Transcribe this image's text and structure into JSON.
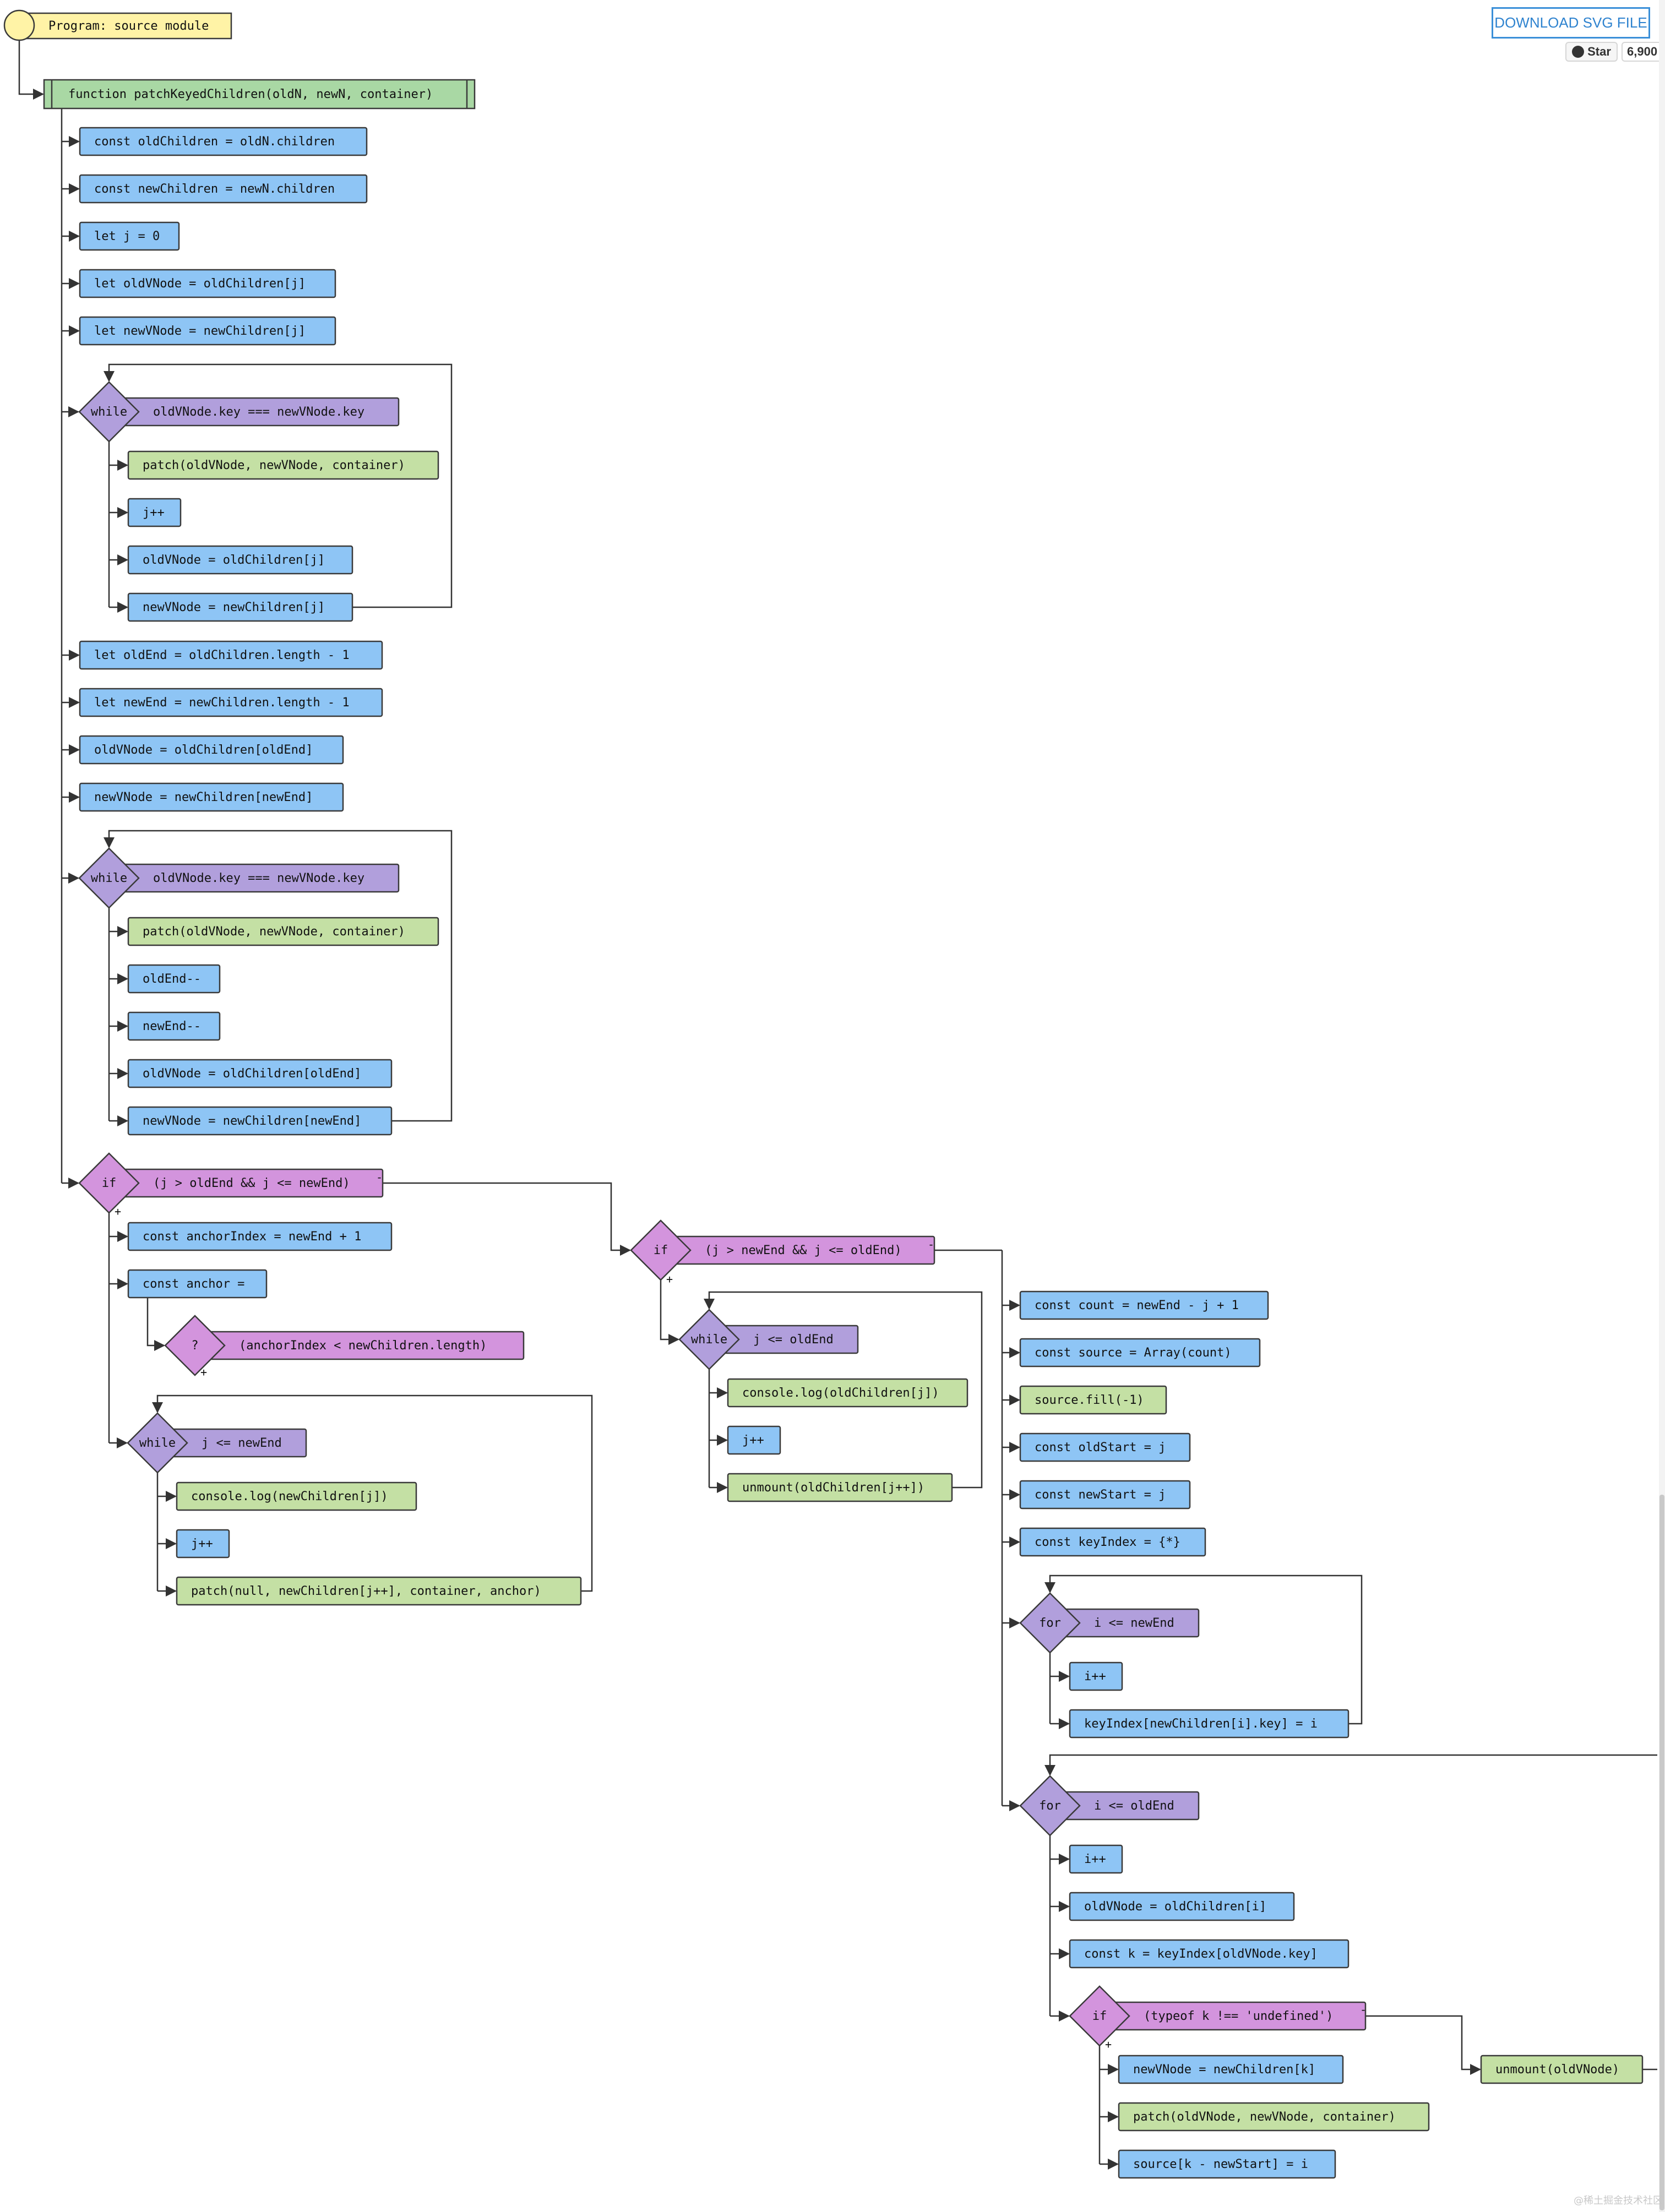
{
  "toolbar": {
    "download_label": "DOWNLOAD SVG FILE",
    "star_label": "Star",
    "star_count": "6,900"
  },
  "watermark": "@稀土掘金技术社区",
  "colors": {
    "program": "#fff3a6",
    "function": "#a9d8a4",
    "statement": "#8ec5f5",
    "call": "#c4e0a4",
    "loop": "#b19fdc",
    "condition": "#d394dd"
  },
  "diagram": {
    "program": "Program: source module",
    "function": "function patchKeyedChildren(oldN, newN, container)",
    "body": [
      "const oldChildren = oldN.children",
      "const newChildren = newN.children",
      "let j = 0",
      "let oldVNode = oldChildren[j]",
      "let newVNode = newChildren[j]"
    ],
    "while1": {
      "keyword": "while",
      "condition": "oldVNode.key === newVNode.key",
      "body": [
        "patch(oldVNode, newVNode, container)",
        "j++",
        "oldVNode = oldChildren[j]",
        "newVNode = newChildren[j]"
      ]
    },
    "body2": [
      "let oldEnd = oldChildren.length - 1",
      "let newEnd = newChildren.length - 1",
      "oldVNode = oldChildren[oldEnd]",
      "newVNode = newChildren[newEnd]"
    ],
    "while2": {
      "keyword": "while",
      "condition": "oldVNode.key === newVNode.key",
      "body": [
        "patch(oldVNode, newVNode, container)",
        "oldEnd--",
        "newEnd--",
        "oldVNode = oldChildren[oldEnd]",
        "newVNode = newChildren[newEnd]"
      ]
    },
    "if1": {
      "keyword": "if",
      "condition": "(j > oldEnd && j <= newEnd)",
      "plus": "+",
      "minus": "-",
      "then": [
        "const anchorIndex = newEnd + 1",
        "const anchor ="
      ],
      "ternary": {
        "keyword": "?",
        "condition": "(anchorIndex < newChildren.length)",
        "plus": "+"
      },
      "while": {
        "keyword": "while",
        "condition": "j <= newEnd",
        "body": [
          "console.log(newChildren[j])",
          "j++",
          "patch(null, newChildren[j++], container, anchor)"
        ]
      }
    },
    "if2": {
      "keyword": "if",
      "condition": "(j > newEnd && j <= oldEnd)",
      "plus": "+",
      "minus": "-",
      "while": {
        "keyword": "while",
        "condition": "j <= oldEnd",
        "body": [
          "console.log(oldChildren[j])",
          "j++",
          "unmount(oldChildren[j++])"
        ]
      }
    },
    "else": [
      "const count = newEnd - j + 1",
      "const source = Array(count)",
      "source.fill(-1)",
      "const oldStart = j",
      "const newStart = j",
      "const keyIndex = {*}"
    ],
    "for1": {
      "keyword": "for",
      "condition": "i <= newEnd",
      "body": [
        "i++",
        "keyIndex[newChildren[i].key] = i"
      ]
    },
    "for2": {
      "keyword": "for",
      "condition": "i <= oldEnd",
      "body": [
        "i++",
        "oldVNode = oldChildren[i]",
        "const k = keyIndex[oldVNode.key]"
      ]
    },
    "if3": {
      "keyword": "if",
      "condition": "(typeof k !== 'undefined')",
      "plus": "+",
      "minus": "-",
      "then": [
        "newVNode = newChildren[k]",
        "patch(oldVNode, newVNode, container)",
        "source[k - newStart] = i"
      ],
      "else": [
        "unmount(oldVNode)"
      ]
    }
  }
}
